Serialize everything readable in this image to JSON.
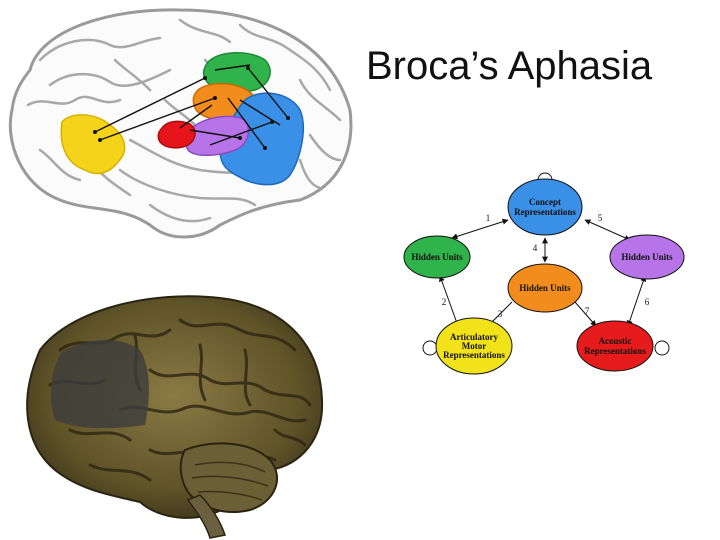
{
  "slide": {
    "title": "Broca’s Aphasia"
  },
  "network": {
    "nodes": {
      "concept": {
        "lines": [
          "Concept",
          "Representations"
        ],
        "color": "#3a8fe6"
      },
      "hidden_left": {
        "lines": [
          "Hidden Units"
        ],
        "color": "#2fb34a"
      },
      "hidden_center": {
        "lines": [
          "Hidden Units"
        ],
        "color": "#f28c1c"
      },
      "hidden_right": {
        "lines": [
          "Hidden Units"
        ],
        "color": "#b674e8"
      },
      "articulatory": {
        "lines": [
          "Articulatory",
          "Motor",
          "Representations"
        ],
        "color": "#f2e219"
      },
      "acoustic": {
        "lines": [
          "Acoustic",
          "Representations"
        ],
        "color": "#e61c1c"
      }
    },
    "edge_labels": [
      "1",
      "2",
      "3",
      "4",
      "5",
      "6",
      "7"
    ]
  },
  "brain_diagram": {
    "region_colors": {
      "yellow": "#f4d31a",
      "green": "#2fb34a",
      "orange": "#f28c1c",
      "red": "#e8141c",
      "purple": "#b674e8",
      "blue": "#3a8fe6"
    }
  }
}
